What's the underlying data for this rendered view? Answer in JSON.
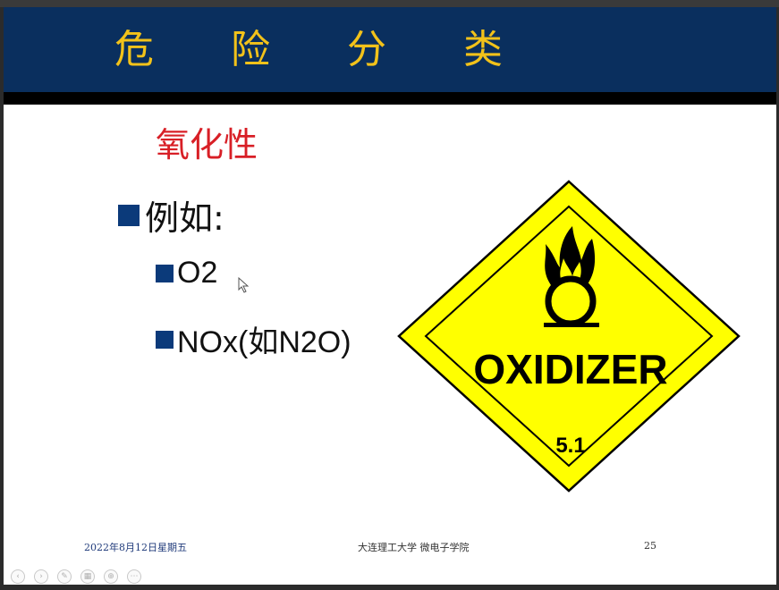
{
  "slide": {
    "title": "危 险 分 类",
    "subtitle": "氧化性",
    "bullets": [
      {
        "level": 1,
        "text": "例如:"
      },
      {
        "level": 2,
        "text": "O2"
      },
      {
        "level": 2,
        "text": "NOx(如N2O)"
      }
    ],
    "placard": {
      "label": "OXIDIZER",
      "class_number": "5.1",
      "icon": "flame-over-circle-icon",
      "fill_color": "#ffff00"
    },
    "footer": {
      "date": "2022年8月12日星期五",
      "center": "大连理工大学  微电子学院",
      "page": "25"
    }
  },
  "colors": {
    "header_bg": "#0a2f5e",
    "title": "#f2c21a",
    "subtitle": "#d81f26",
    "bullet": "#0b3a7a"
  },
  "toolbar": {
    "buttons": [
      {
        "name": "previous-slide-button",
        "glyph": "‹"
      },
      {
        "name": "next-slide-button",
        "glyph": "›"
      },
      {
        "name": "pen-tool-button",
        "glyph": "✎"
      },
      {
        "name": "slide-overview-button",
        "glyph": "▦"
      },
      {
        "name": "zoom-button",
        "glyph": "⊕"
      },
      {
        "name": "more-options-button",
        "glyph": "⋯"
      }
    ]
  }
}
